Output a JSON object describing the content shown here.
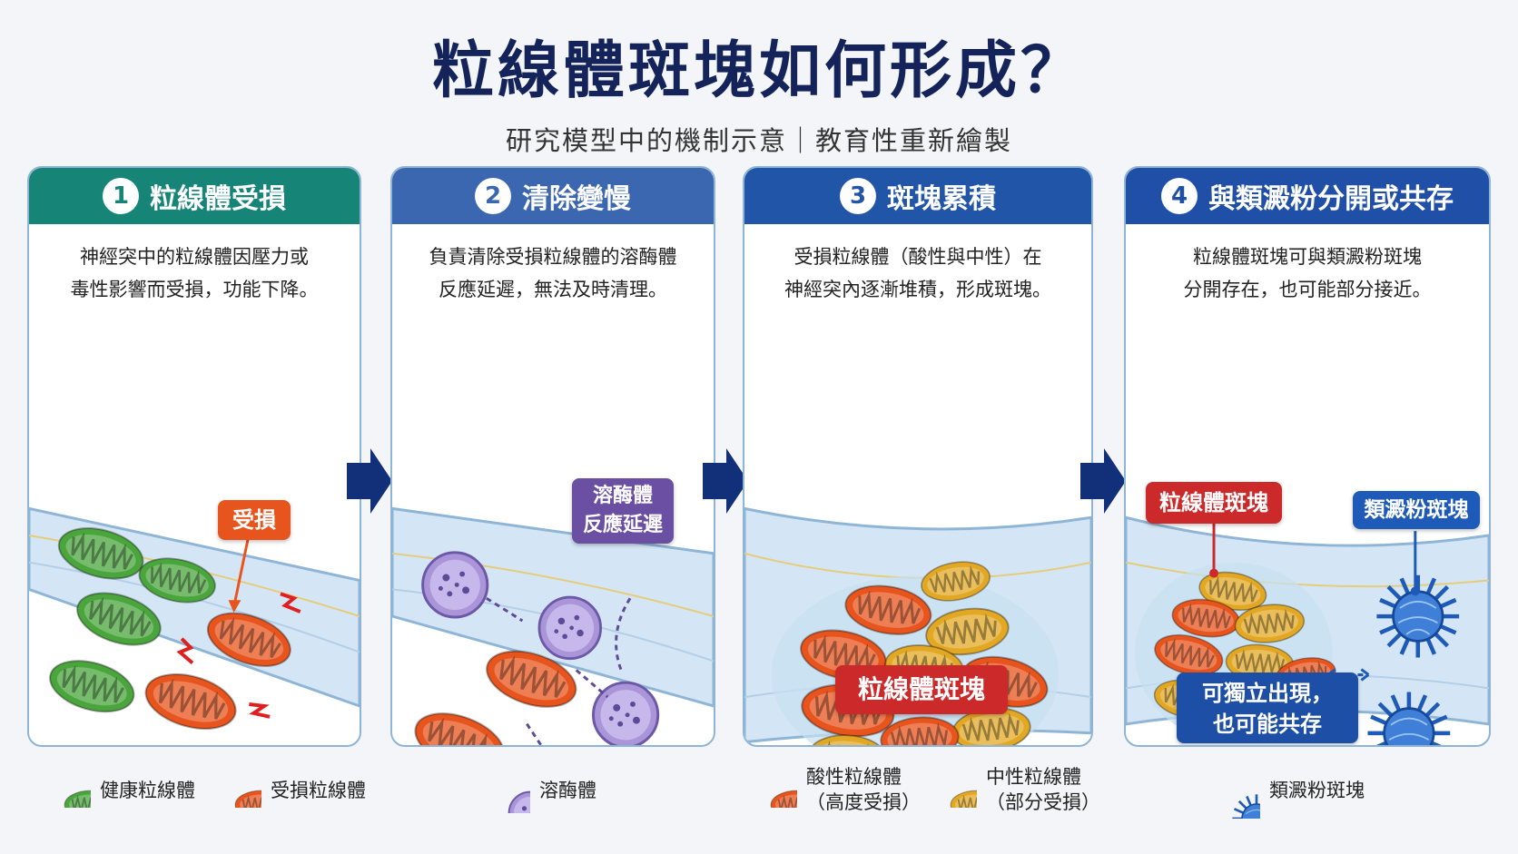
{
  "title": "粒線體斑塊如何形成？",
  "subtitle": "研究模型中的機制示意｜教育性重新繪製",
  "colors": {
    "panel1": "#178478",
    "panel2": "#3b67b0",
    "panel3": "#2155a8",
    "panel4": "#1f4fa6",
    "healthy": "#4aa63c",
    "damaged": "#e8541d",
    "lysosome": "#9b86cf",
    "neutral": "#e2a824",
    "amyloid": "#2a6cc8",
    "arrow": "#12307a"
  },
  "panels": [
    {
      "num": "1",
      "title": "粒線體受損",
      "desc_line1": "神經突中的粒線體因壓力或",
      "desc_line2": "毒性影響而受損，功能下降。",
      "tag": "受損"
    },
    {
      "num": "2",
      "title": "清除變慢",
      "desc_line1": "負責清除受損粒線體的溶酶體",
      "desc_line2": "反應延遲，無法及時清理。",
      "tag_line1": "溶酶體",
      "tag_line2": "反應延遲"
    },
    {
      "num": "3",
      "title": "斑塊累積",
      "desc_line1": "受損粒線體（酸性與中性）在",
      "desc_line2": "神經突內逐漸堆積，形成斑塊。",
      "tag": "粒線體斑塊"
    },
    {
      "num": "4",
      "title": "與類澱粉分開或共存",
      "desc_line1": "粒線體斑塊可與類澱粉斑塊",
      "desc_line2": "分開存在，也可能部分接近。",
      "tag_left": "粒線體斑塊",
      "tag_right": "類澱粉斑塊",
      "bottom_line1": "可獨立出現，",
      "bottom_line2": "也可能共存"
    }
  ],
  "legend": {
    "healthy": "健康粒線體",
    "damaged": "受損粒線體",
    "lysosome": "溶酶體",
    "acidic_line1": "酸性粒線體",
    "acidic_line2": "（高度受損）",
    "neutral_line1": "中性粒線體",
    "neutral_line2": "（部分受損）",
    "amyloid": "類澱粉斑塊"
  }
}
